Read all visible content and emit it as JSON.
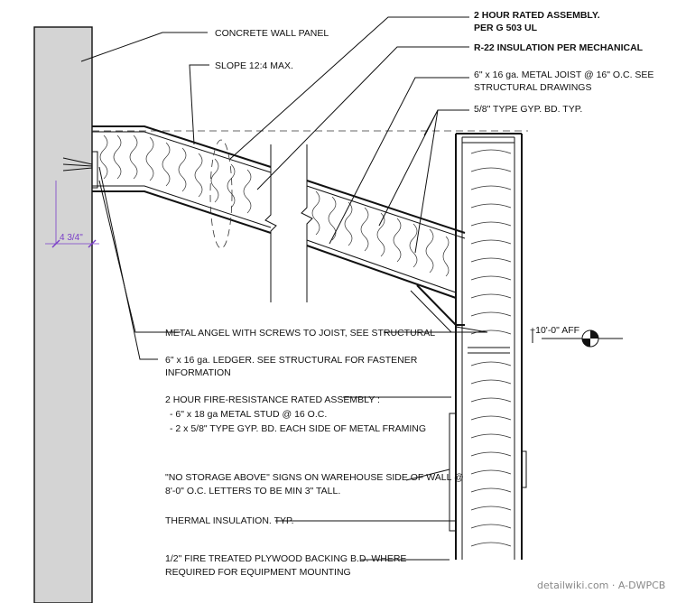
{
  "labels": {
    "concrete_panel": "CONCRETE WALL PANEL",
    "slope": "SLOPE 12:4 MAX.",
    "assembly_line1": "2 HOUR RATED ASSEMBLY.",
    "assembly_line2": "PER G 503 UL",
    "insulation": "R-22 INSULATION PER MECHANICAL",
    "joist_line1": "6\" x 16 ga. METAL JOIST @ 16\" O.C. SEE",
    "joist_line2": "STRUCTURAL DRAWINGS",
    "gyp": "5/8\" TYPE GYP. BD.  TYP.",
    "angle": "METAL ANGEL WITH SCREWS TO JOIST, SEE STRUCTURAL",
    "ledger_line1": "6\" x 16 ga. LEDGER. SEE STRUCTURAL FOR FASTENER",
    "ledger_line2": "INFORMATION",
    "fire_title": "2 HOUR FIRE-RESISTANCE RATED ASSEMBLY :",
    "fire_item1": "-  6\" x 18 ga METAL STUD @ 16 O.C.",
    "fire_item2": "-  2 x 5/8\" TYPE GYP. BD. EACH SIDE OF METAL FRAMING",
    "storage_line1": "\"NO STORAGE ABOVE\" SIGNS ON WAREHOUSE SIDE OF WALL @",
    "storage_line2": "8'-0\" O.C. LETTERS TO BE MIN 3\" TALL.",
    "thermal": "THERMAL INSULATION. TYP.",
    "plywood_line1": "1/2\" FIRE TREATED PLYWOOD BACKING B.D. WHERE",
    "plywood_line2": "REQUIRED FOR EQUIPMENT MOUNTING",
    "elevation": "+10'-0\" AFF",
    "dimension": "4 3/4\"",
    "watermark": "detailwiki.com · A-DWPCB"
  },
  "colors": {
    "line": "#111111",
    "dimension": "#7a3ec8",
    "concrete_fill": "#d4d4d4",
    "watermark": "#888888"
  }
}
